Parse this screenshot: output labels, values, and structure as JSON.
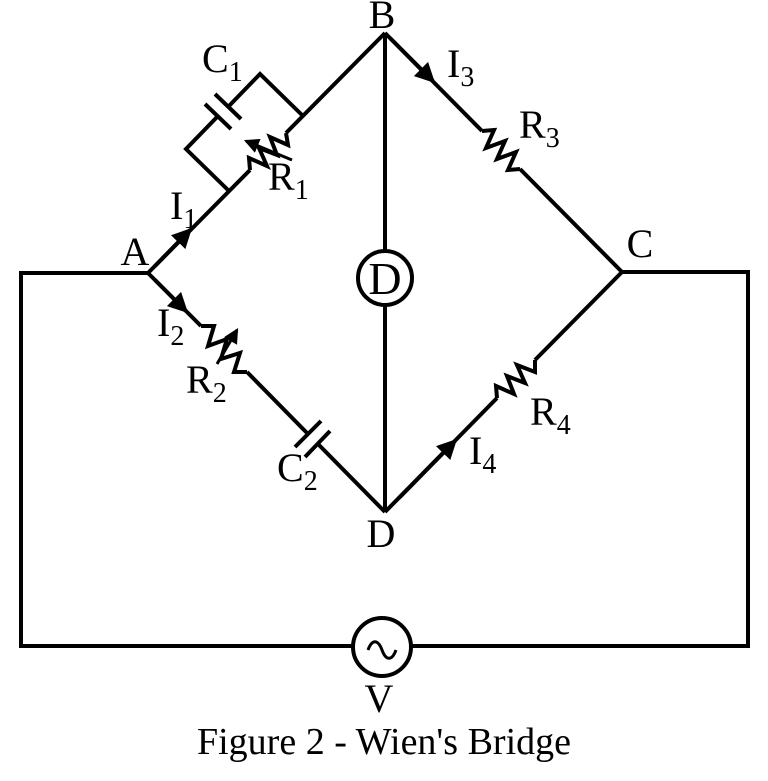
{
  "figure": {
    "caption": "Figure 2 - Wien's Bridge"
  },
  "colors": {
    "ink": "#000000",
    "background": "#ffffff"
  },
  "nodes": {
    "a": "A",
    "b": "B",
    "c": "C",
    "d": "D"
  },
  "bridge": {
    "arm_ab": {
      "current": {
        "label": "I",
        "sub": "1"
      },
      "resistor": {
        "label": "R",
        "sub": "1",
        "type": "variable-resistor"
      },
      "capacitor": {
        "label": "C",
        "sub": "1",
        "type": "capacitor-parallel"
      }
    },
    "arm_ad": {
      "current": {
        "label": "I",
        "sub": "2"
      },
      "resistor": {
        "label": "R",
        "sub": "2",
        "type": "variable-resistor"
      },
      "capacitor": {
        "label": "C",
        "sub": "2",
        "type": "capacitor-series"
      }
    },
    "arm_bc": {
      "current": {
        "label": "I",
        "sub": "3"
      },
      "resistor": {
        "label": "R",
        "sub": "3",
        "type": "resistor"
      }
    },
    "arm_dc": {
      "current": {
        "label": "I",
        "sub": "4"
      },
      "resistor": {
        "label": "R",
        "sub": "4",
        "type": "resistor"
      }
    }
  },
  "detector": {
    "label": "D"
  },
  "source": {
    "label": "V",
    "symbol": "~"
  }
}
